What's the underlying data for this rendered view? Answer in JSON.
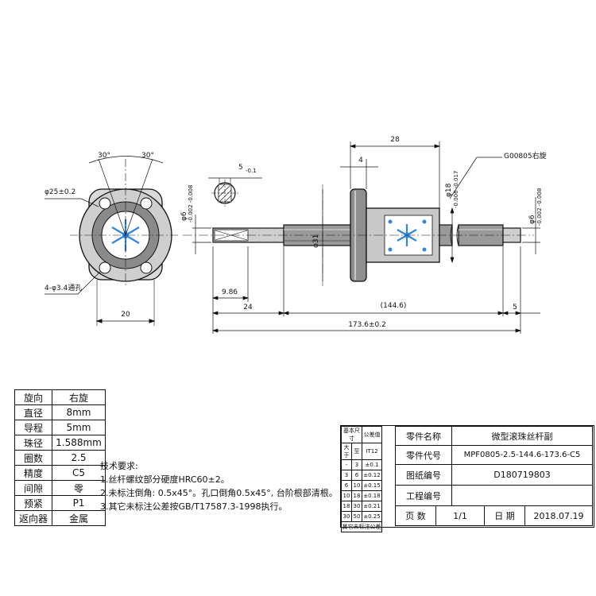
{
  "dimensions": {
    "angle_left": "30°",
    "angle_right": "30°",
    "flange_dia": "φ25±0.2",
    "holes": "4-φ3.4通孔",
    "width_20": "20",
    "length_28": "28",
    "flange_4": "4",
    "key_width": "5",
    "key_tol": "-0.1",
    "nut_dia": "φ31",
    "dia_18": "φ18",
    "dia_18_tol": "-0.006 -0.017",
    "dia_6_left": "φ6",
    "dia_6_left_tol": "-0.002 -0.008",
    "dia_6_right": "φ6",
    "dia_6_right_tol": "-0.002 -0.008",
    "screw_label": "G00805右旋",
    "len_986": "9.86",
    "len_24": "24",
    "len_1446": "(144.6)",
    "len_5": "5",
    "total_len": "173.6±0.2"
  },
  "params": [
    {
      "k": "旋向",
      "v": "右旋"
    },
    {
      "k": "直径",
      "v": "8mm"
    },
    {
      "k": "导程",
      "v": "5mm"
    },
    {
      "k": "珠径",
      "v": "1.588mm"
    },
    {
      "k": "圈数",
      "v": "2.5"
    },
    {
      "k": "精度",
      "v": "C5"
    },
    {
      "k": "间隙",
      "v": "零"
    },
    {
      "k": "预紧",
      "v": "P1"
    },
    {
      "k": "返向器",
      "v": "金属"
    }
  ],
  "notes": {
    "title": "技术要求:",
    "line1": "1.丝杆螺纹部分硬度HRC60±2。",
    "line2": "2.未标注倒角: 0.5x45°。孔口倒角0.5x45°, 台阶根部清根。",
    "line3": "3.其它未标注公差按GB/T17587.3-1998执行。"
  },
  "tolerance": {
    "header1": "基本尺寸",
    "header2": "公差值",
    "col1": "大于",
    "col2": "至",
    "col3": "IT12",
    "rows": [
      [
        "-",
        "3",
        "±0.1"
      ],
      [
        "3",
        "6",
        "±0.12"
      ],
      [
        "6",
        "10",
        "±0.15"
      ],
      [
        "10",
        "18",
        "±0.18"
      ],
      [
        "18",
        "30",
        "±0.21"
      ],
      [
        "30",
        "50",
        "±0.25"
      ]
    ],
    "footer": "其它未标注公差"
  },
  "title_block": {
    "part_name_label": "零件名称",
    "part_name": "微型滚珠丝杆副",
    "part_code_label": "零件代号",
    "part_code": "MPF0805-2.5-144.6-173.6-C5",
    "drawing_no_label": "图纸编号",
    "drawing_no": "D180719803",
    "project_no_label": "工程编号",
    "project_no": "",
    "page_label": "页 数",
    "page": "1/1",
    "date_label": "日 期",
    "date": "2018.07.19"
  }
}
